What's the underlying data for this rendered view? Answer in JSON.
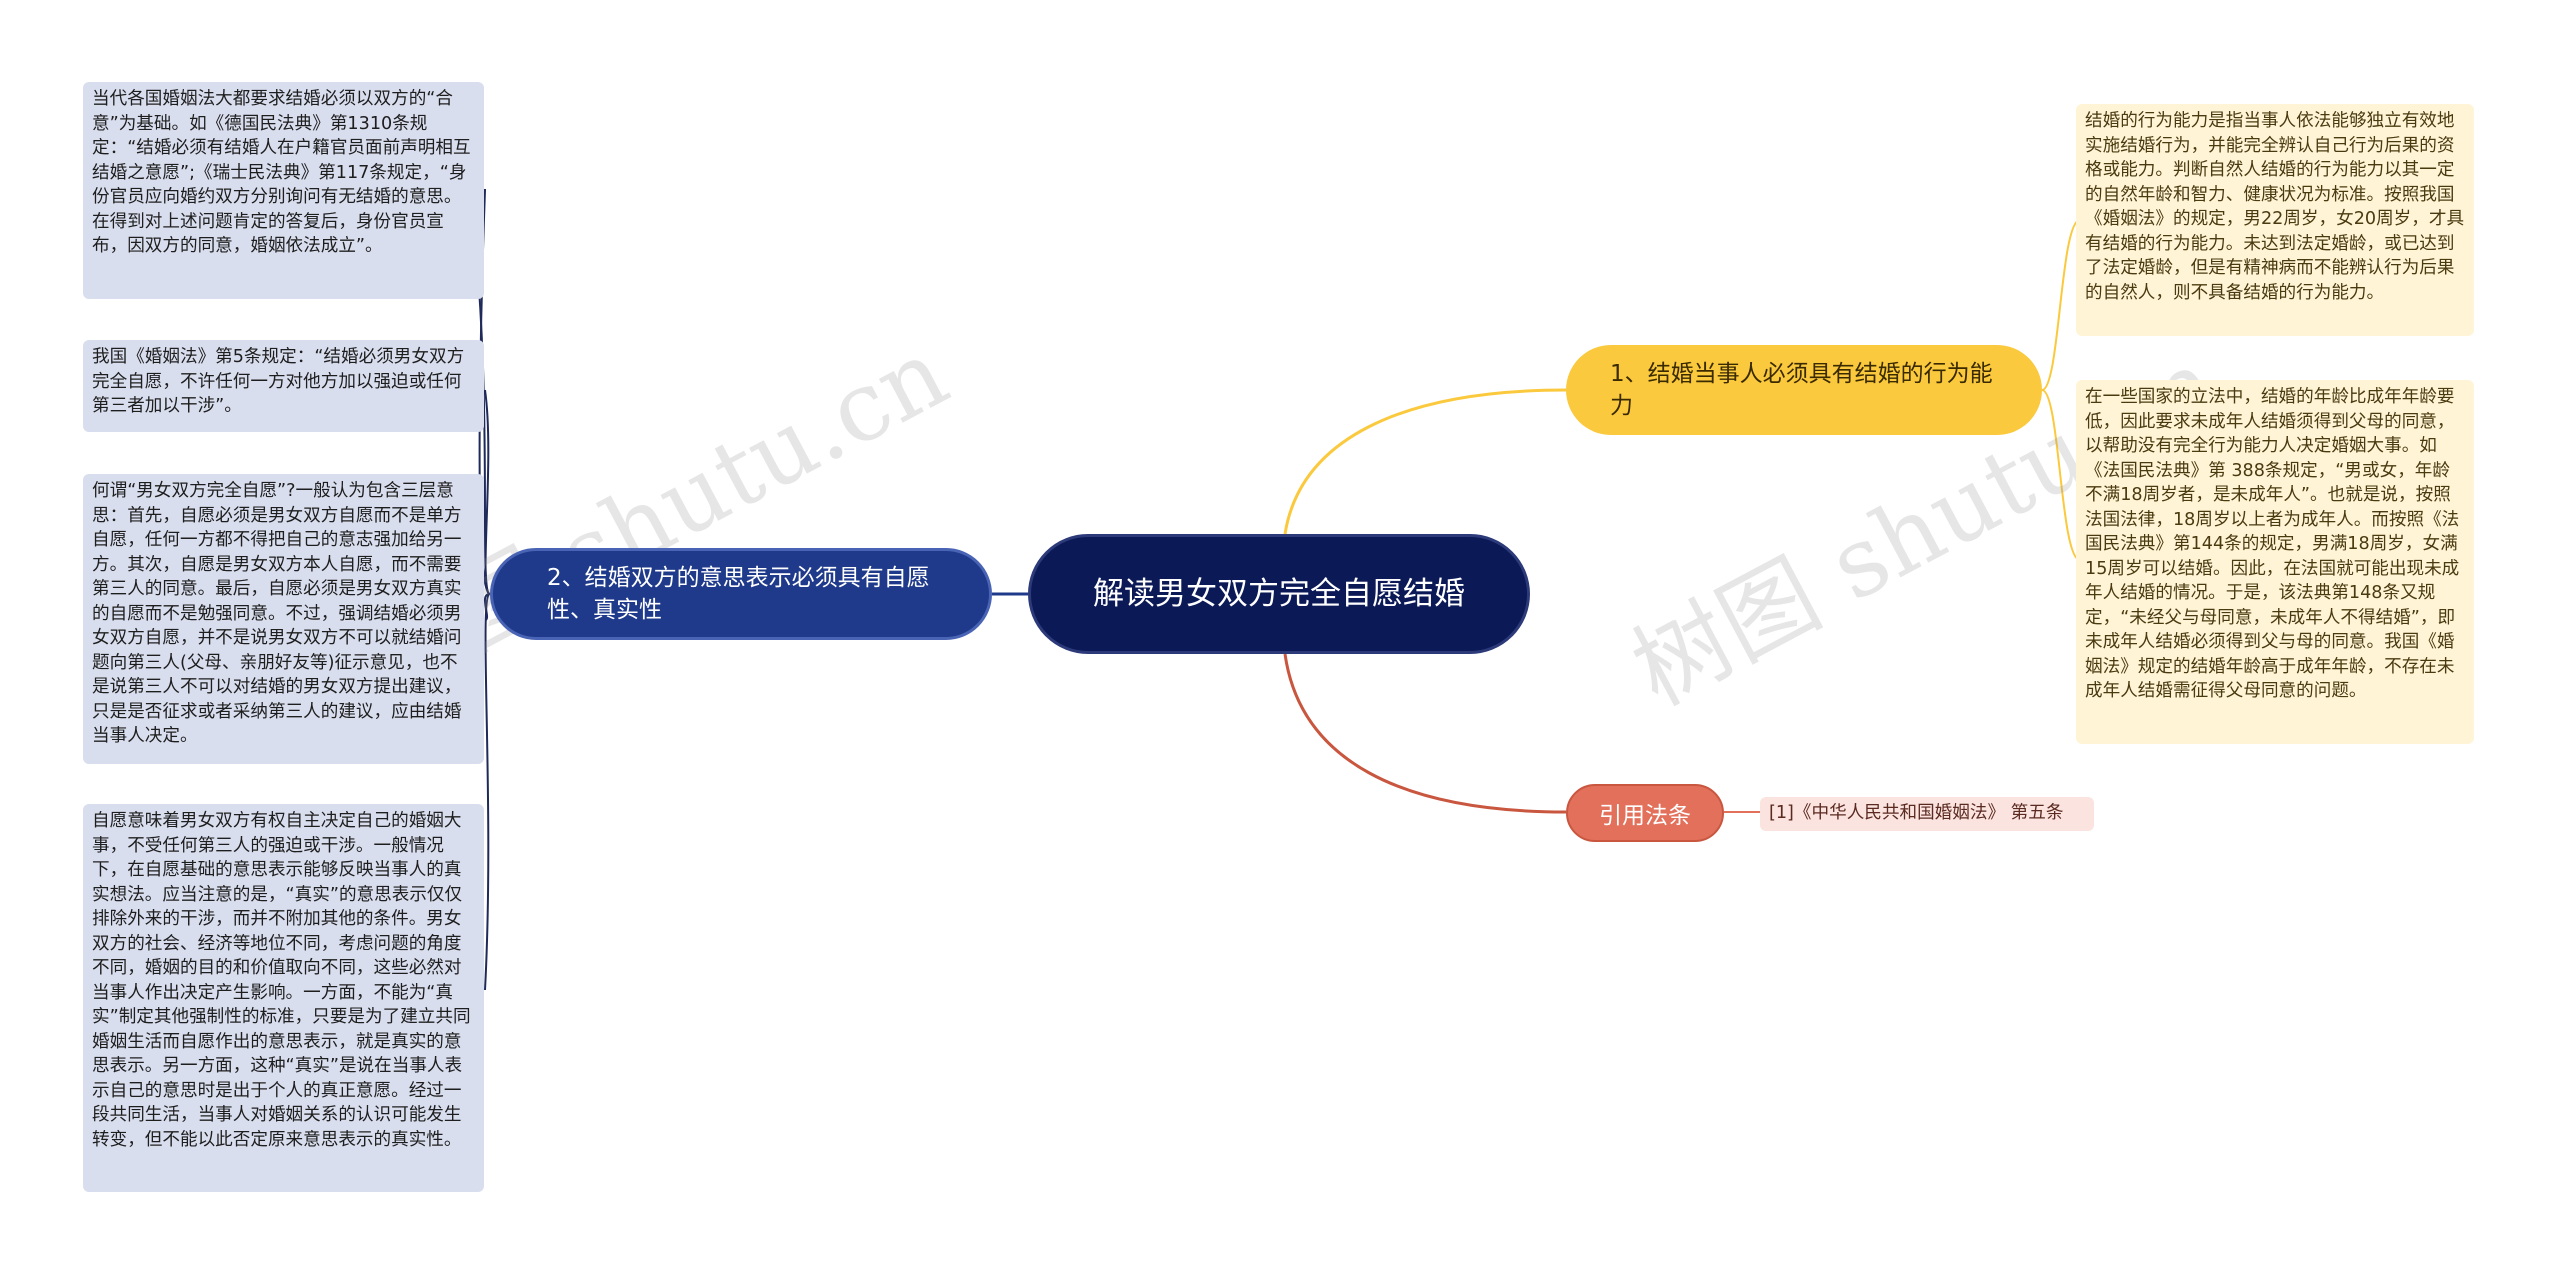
{
  "root": {
    "title": "解读男女双方完全自愿结婚"
  },
  "branches": {
    "b1": {
      "label": "1、结婚当事人必须具有结婚的行为能力"
    },
    "b2": {
      "label": "2、结婚双方的意思表示必须具有自愿性、真实性"
    },
    "b3": {
      "label": "引用法条"
    }
  },
  "leaves": {
    "b1_1": "结婚的行为能力是指当事人依法能够独立有效地实施结婚行为，并能完全辨认自己行为后果的资格或能力。判断自然人结婚的行为能力以其一定的自然年龄和智力、健康状况为标准。按照我国《婚姻法》的规定，男22周岁，女20周岁，才具有结婚的行为能力。未达到法定婚龄，或已达到了法定婚龄，但是有精神病而不能辨认行为后果的自然人，则不具备结婚的行为能力。",
    "b1_2": "在一些国家的立法中，结婚的年龄比成年年龄要低，因此要求未成年人结婚须得到父母的同意，以帮助没有完全行为能力人决定婚姻大事。如《法国民法典》第 388条规定，“男或女，年龄不满18周岁者，是未成年人”。也就是说，按照法国法律，18周岁以上者为成年人。而按照《法国民法典》第144条的规定，男满18周岁，女满15周岁可以结婚。因此，在法国就可能出现未成年人结婚的情况。于是，该法典第148条又规定，“未经父与母同意，未成年人不得结婚”，即未成年人结婚必须得到父与母的同意。我国《婚姻法》规定的结婚年龄高于成年年龄，不存在未成年人结婚需征得父母同意的问题。",
    "b2_1": "当代各国婚姻法大都要求结婚必须以双方的“合意”为基础。如《德国民法典》第1310条规定：“结婚必须有结婚人在户籍官员面前声明相互结婚之意愿”;《瑞士民法典》第117条规定，“身份官员应向婚约双方分别询问有无结婚的意思。在得到对上述问题肯定的答复后，身份官员宣布，因双方的同意，婚姻依法成立”。",
    "b2_2": "我国《婚姻法》第5条规定：“结婚必须男女双方完全自愿，不许任何一方对他方加以强迫或任何第三者加以干涉”。",
    "b2_3": "何谓“男女双方完全自愿”?一般认为包含三层意思：首先，自愿必须是男女双方自愿而不是单方自愿，任何一方都不得把自己的意志强加给另一方。其次，自愿是男女双方本人自愿，而不需要第三人的同意。最后，自愿必须是男女双方真实的自愿而不是勉强同意。不过，强调结婚必须男女双方自愿，并不是说男女双方不可以就结婚问题向第三人(父母、亲朋好友等)征示意见，也不是说第三人不可以对结婚的男女双方提出建议，只是是否征求或者采纳第三人的建议，应由结婚当事人决定。",
    "b2_4": "自愿意味着男女双方有权自主决定自己的婚姻大事，不受任何第三人的强迫或干涉。一般情况下，在自愿基础的意思表示能够反映当事人的真实想法。应当注意的是，“真实”的意思表示仅仅排除外来的干涉，而并不附加其他的条件。男女双方的社会、经济等地位不同，考虑问题的角度不同，婚姻的目的和价值取向不同，这些必然对当事人作出决定产生影响。一方面，不能为“真实”制定其他强制性的标准，只要是为了建立共同婚姻生活而自愿作出的意思表示，就是真实的意思表示。另一方面，这种“真实”是说在当事人表示自己的意思时是出于个人的真正意愿。经过一段共同生活，当事人对婚姻关系的认识可能发生转变，但不能以此否定原来意思表示的真实性。",
    "b3_1": "[1]《中华人民共和国婚姻法》 第五条"
  },
  "watermarks": [
    "树图 shutu.cn",
    "树图 shutu.cn"
  ],
  "colors": {
    "root": "#0b1957",
    "branch1": "#fbc93d",
    "branch2": "#1f3a8a",
    "branch3": "#e2705b",
    "leaf_blue": "#d9deef",
    "leaf_yellow": "#fff5d6",
    "leaf_pink": "#fbe3df"
  }
}
